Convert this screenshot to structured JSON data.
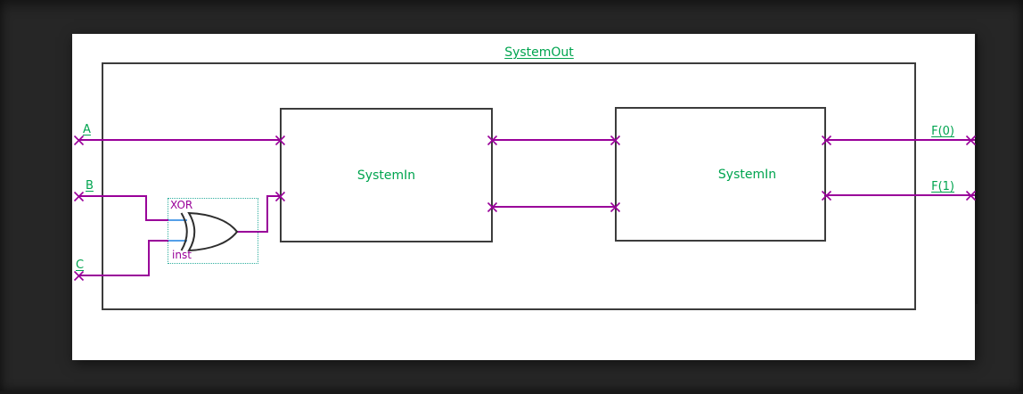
{
  "diagram": {
    "top_module": {
      "label": "SystemOut"
    },
    "blocks": [
      {
        "label": "SystemIn"
      },
      {
        "label": "SystemIn"
      }
    ],
    "gate": {
      "type_label": "XOR",
      "instance_label": "inst",
      "selected": true
    },
    "input_pins": [
      {
        "label": "A"
      },
      {
        "label": "B"
      },
      {
        "label": "C"
      }
    ],
    "output_pins": [
      {
        "label": "F(0)"
      },
      {
        "label": "F(1)"
      }
    ],
    "nets_visible": [
      "A -> SystemIn#1 input 1",
      "B -> XOR input 1",
      "C -> XOR input 2",
      "XOR output -> SystemIn#1 input 2",
      "SystemIn#1 outputs -> SystemIn#2 inputs",
      "SystemIn#2 outputs -> F(0), F(1)"
    ],
    "colors": {
      "background": "#262626",
      "canvas": "#ffffff",
      "label_green": "#00a44f",
      "wire_purple": "#990099",
      "input_stub_blue": "#55a0e8",
      "selection_teal": "#2fae9e",
      "outline_gray": "#3c3c3c"
    }
  }
}
